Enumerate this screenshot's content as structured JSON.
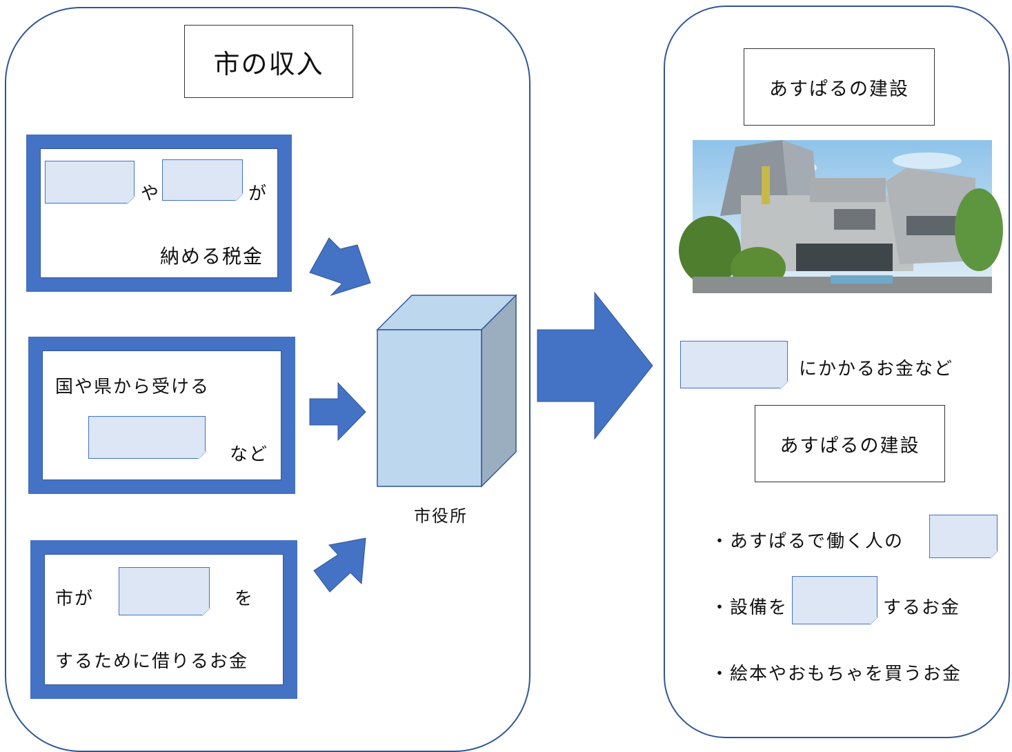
{
  "colors": {
    "panel_border": "#2f5597",
    "frame_blue": "#4472c4",
    "blank_fill": "#dce6f5",
    "building_front": "#bdd7ee",
    "building_side": "#9aaebf",
    "arrow": "#4472c4"
  },
  "left_panel": {
    "title": "市の収入",
    "box1": {
      "particle1": "や",
      "particle2": "が",
      "line2": "納める税金"
    },
    "box2": {
      "line1": "国や県から受ける",
      "suffix": "など"
    },
    "box3": {
      "prefix": "市が",
      "particle": "を",
      "line2": "するために借りるお金"
    }
  },
  "center": {
    "building_label": "市役所"
  },
  "right_panel": {
    "title1": "あすぱるの建設",
    "photo_icon": "building-photo",
    "cost_suffix": "にかかるお金など",
    "title2": "あすぱるの建設",
    "items": {
      "item1": "・あすぱるで働く人の",
      "item2_prefix": "・設備を",
      "item2_suffix": "するお金",
      "item3": "・絵本やおもちゃを買うお金"
    }
  }
}
